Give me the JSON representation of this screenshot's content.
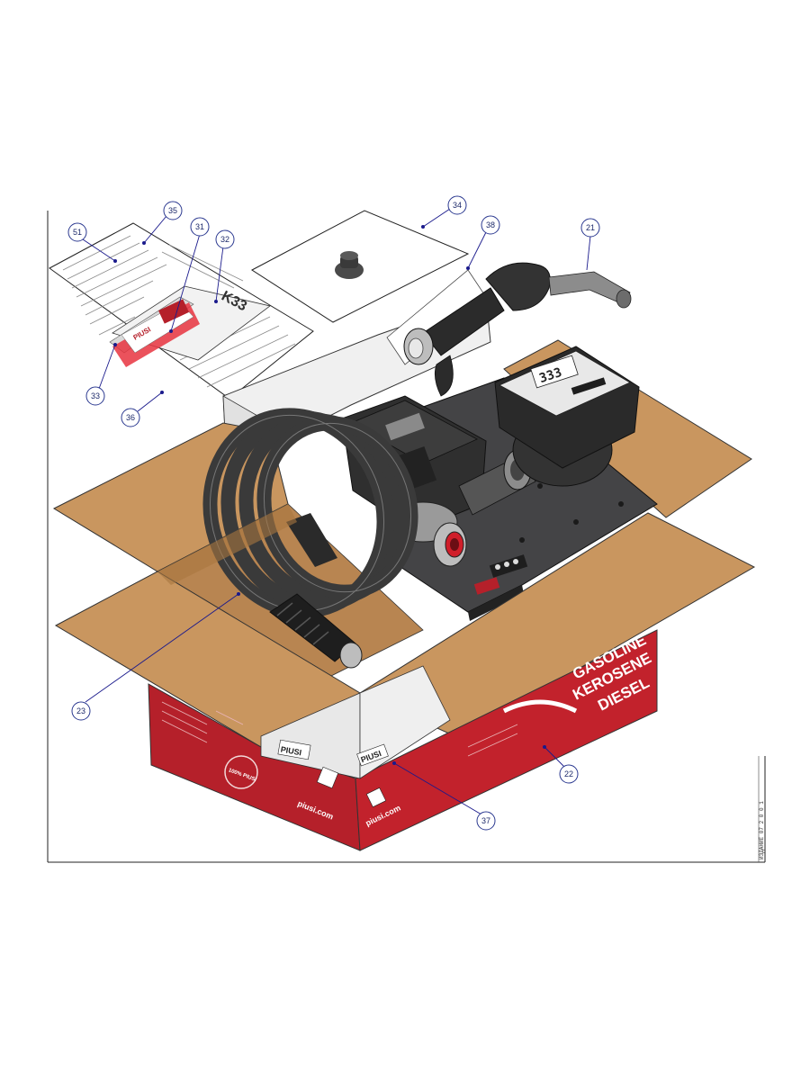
{
  "diagram": {
    "callouts": [
      {
        "id": "c51",
        "label": "51"
      },
      {
        "id": "c35",
        "label": "35"
      },
      {
        "id": "c31",
        "label": "31"
      },
      {
        "id": "c32",
        "label": "32"
      },
      {
        "id": "c34",
        "label": "34"
      },
      {
        "id": "c38",
        "label": "38"
      },
      {
        "id": "c21",
        "label": "21"
      },
      {
        "id": "c33",
        "label": "33"
      },
      {
        "id": "c36",
        "label": "36"
      },
      {
        "id": "c23",
        "label": "23"
      },
      {
        "id": "c22",
        "label": "22"
      },
      {
        "id": "c37",
        "label": "37"
      }
    ],
    "box_print": {
      "line1": "GASOLINE",
      "line2": "KEROSENE",
      "line3": "DIESEL",
      "website": "piusi.com",
      "brand": "PIUSI",
      "stamp": "100% PIUSI"
    },
    "manual": {
      "title": "K33",
      "brand": "PIUSI"
    },
    "meter": {
      "digits": "333"
    },
    "side_text": "ИЗДАНИЕ 07 2 0 0 1"
  },
  "colors": {
    "callout_stroke": "#2b3990",
    "leader": "#1a1a8c",
    "cardboard": "#c9965f",
    "box_red": "#b5202a",
    "pump_dark": "#2e2e2e",
    "hose": "#3a3a3a"
  }
}
